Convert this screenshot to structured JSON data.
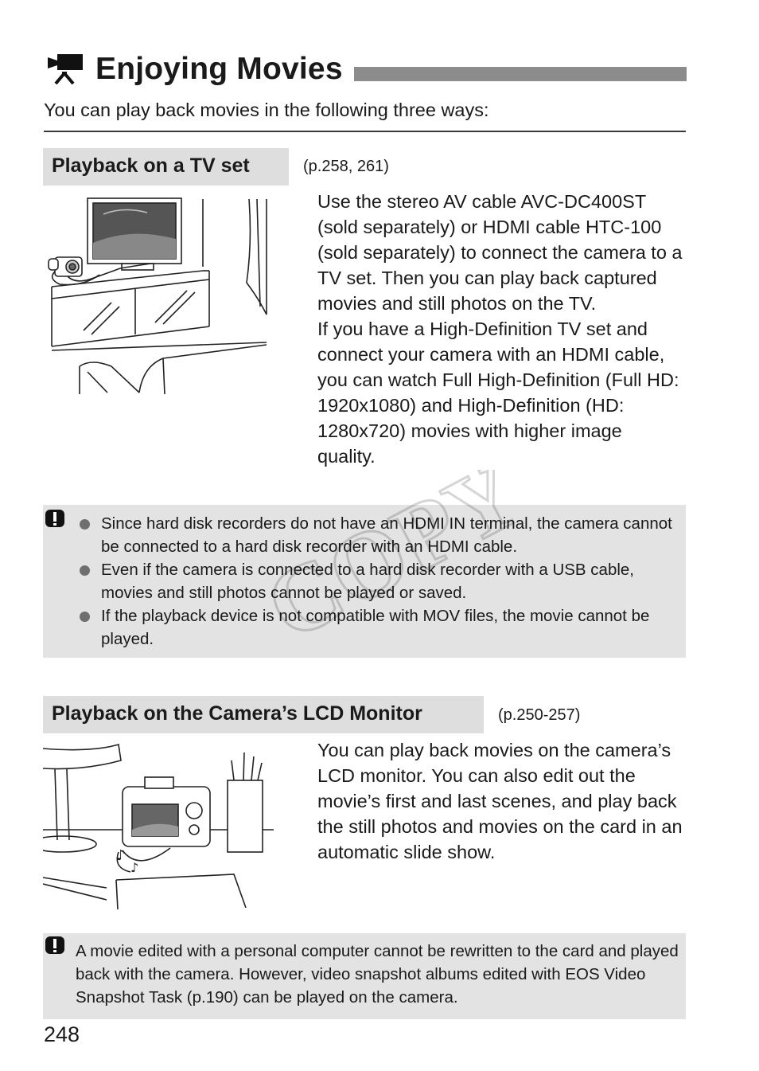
{
  "header": {
    "title": "Enjoying Movies",
    "title_icon": "movie-camera-icon",
    "intro": "You can play back movies in the following three ways:"
  },
  "sections": [
    {
      "heading": "Playback on a TV set",
      "page_ref": "(p.258, 261)",
      "illustration": "tv-set-illustration",
      "paragraphs": [
        "Use the stereo AV cable AVC-DC400ST (sold separately) or HDMI cable HTC-100 (sold separately) to connect the camera to a TV set. Then you can play back captured movies and still photos on the TV.",
        "If you have a High-Definition TV set and connect your camera with an HDMI cable, you can watch Full High-Definition (Full HD: 1920x1080) and High-Definition (HD: 1280x720) movies with higher image quality."
      ],
      "caution_icon": "caution-icon",
      "cautions": [
        "Since hard disk recorders do not have an HDMI IN terminal, the camera cannot be connected to a hard disk recorder with an HDMI cable.",
        "Even if the camera is connected to a hard disk recorder with a USB cable, movies and still photos cannot be played or saved.",
        "If the playback device is not compatible with MOV files, the movie cannot be played."
      ]
    },
    {
      "heading": "Playback on the Camera’s LCD Monitor",
      "page_ref": "(p.250-257)",
      "illustration": "camera-lcd-illustration",
      "paragraphs": [
        "You can play back movies on the camera’s LCD monitor. You can also edit out the movie’s first and last scenes, and play back the still photos and movies on the card in an automatic slide show."
      ],
      "caution_icon": "caution-icon",
      "caution_text": "A movie edited with a personal computer cannot be rewritten to the card and played back with the camera. However, video snapshot albums edited with EOS Video Snapshot Task (p.190) can be played on the camera."
    }
  ],
  "watermark": "COPY",
  "page_number": "248"
}
